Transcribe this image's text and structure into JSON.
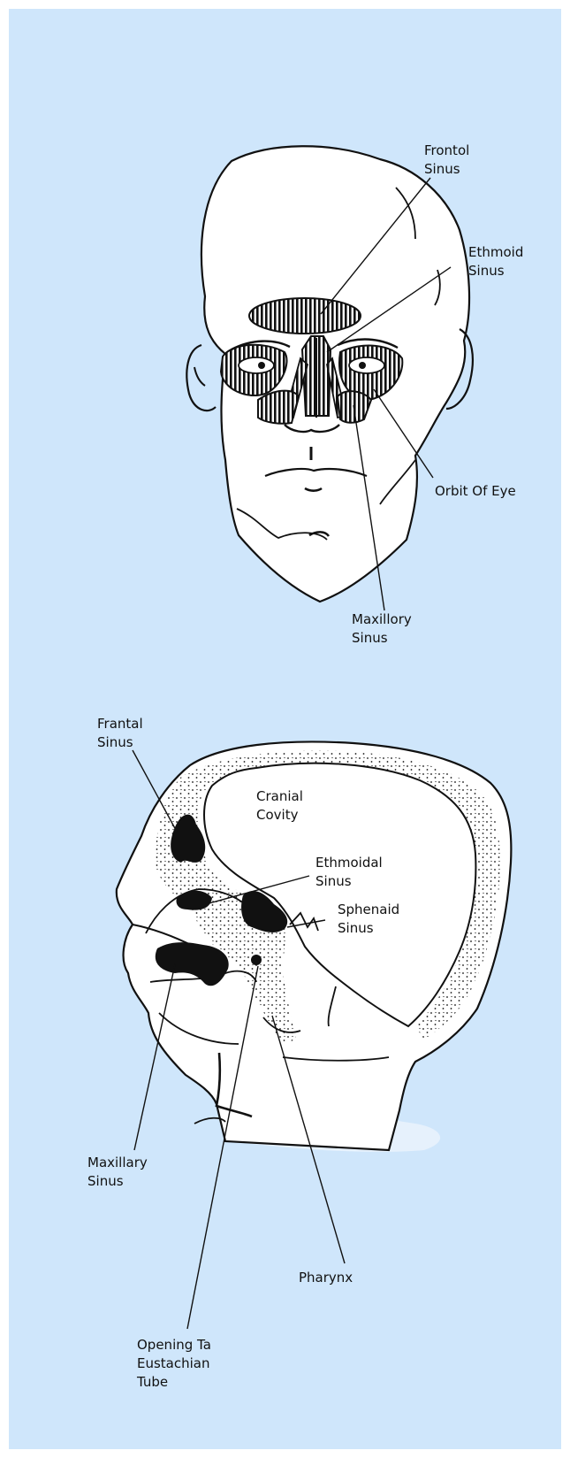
{
  "colors": {
    "panel_background": "#cfe6fb",
    "page_border": "#ffffff",
    "face_fill": "#ffffff",
    "ink": "#111111",
    "shadow": "#e6f1fc"
  },
  "front_view": {
    "labels": {
      "frontal_sinus": [
        "Frontol",
        "Sinus"
      ],
      "ethmoid_sinus": [
        "Ethmoid",
        "Sinus"
      ],
      "orbit_of_eye": [
        "Orbit Of Eye"
      ],
      "maxillary_sinus": [
        "Maxillory",
        "Sinus"
      ]
    }
  },
  "side_view": {
    "labels": {
      "frontal_sinus": [
        "Frantal",
        "Sinus"
      ],
      "cranial_cavity": [
        "Cranial",
        "Covity"
      ],
      "ethmoidal_sinus": [
        "Ethmoidal",
        "Sinus"
      ],
      "sphenoid_sinus": [
        "Sphenaid",
        "Sinus"
      ],
      "maxillary_sinus": [
        "Maxillary",
        "Sinus"
      ],
      "opening_eustachian": [
        "Opening Ta",
        "Eustachian",
        "Tube"
      ],
      "pharynx": [
        "Pharynx"
      ]
    }
  }
}
